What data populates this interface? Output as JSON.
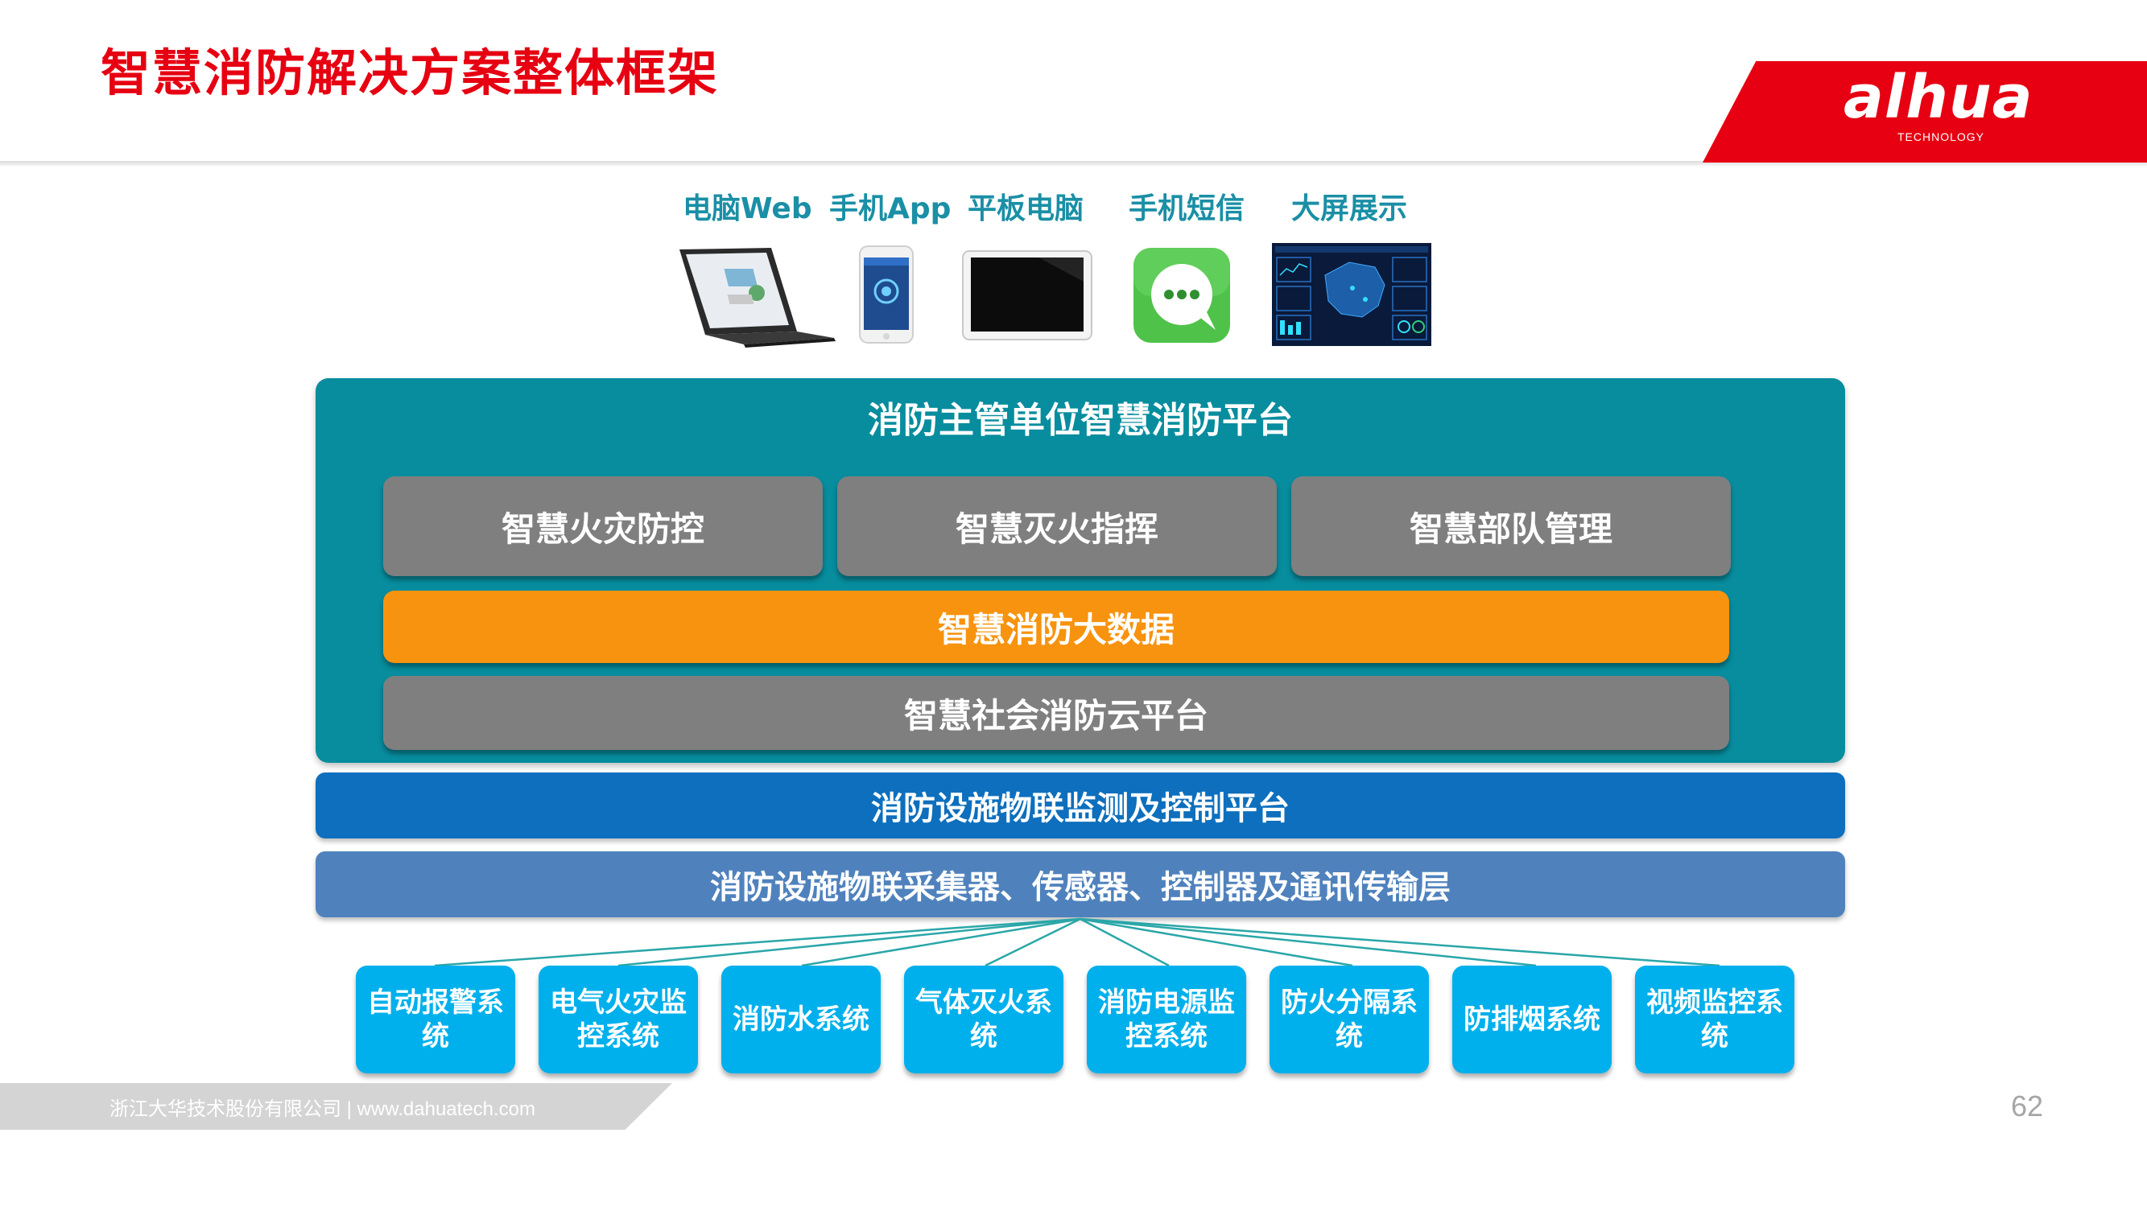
{
  "header": {
    "title": "智慧消防解决方案整体框架",
    "brand": "alhua",
    "brand_sub": "TECHNOLOGY"
  },
  "terminals": [
    {
      "label": "电脑Web",
      "icon": "laptop-icon"
    },
    {
      "label": "手机App",
      "icon": "smartphone-icon"
    },
    {
      "label": "平板电脑",
      "icon": "tablet-icon"
    },
    {
      "label": "手机短信",
      "icon": "sms-icon"
    },
    {
      "label": "大屏展示",
      "icon": "dashboard-screen-icon"
    }
  ],
  "platform": {
    "title": "消防主管单位智慧消防平台",
    "modules": [
      "智慧火灾防控",
      "智慧灭火指挥",
      "智慧部队管理"
    ],
    "big_data": "智慧消防大数据",
    "cloud": "智慧社会消防云平台"
  },
  "iot_platform": "消防设施物联监测及控制平台",
  "collector_layer": "消防设施物联采集器、传感器、控制器及通讯传输层",
  "subsystems": [
    "自动报警系统",
    "电气火灾监控系统",
    "消防水系统",
    "气体灭火系统",
    "消防电源监控系统",
    "防火分隔系统",
    "防排烟系统",
    "视频监控系统"
  ],
  "footer": {
    "company": "浙江大华技术股份有限公司  |  www.dahuatech.com",
    "page": "62"
  },
  "colors": {
    "title_red": "#e60012",
    "platform_teal": "#078d9e",
    "module_gray": "#7f7f7f",
    "big_data_orange": "#f7930f",
    "iot_blue": "#0d6fbd",
    "collector_steel": "#4f82bd",
    "subsystem_cyan": "#00b0ec"
  }
}
